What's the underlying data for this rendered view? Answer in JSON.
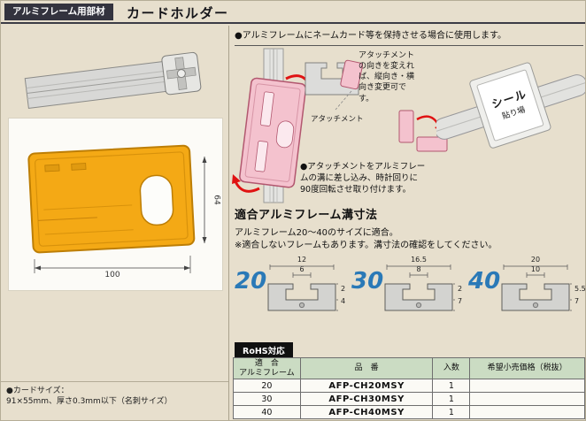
{
  "header": {
    "category": "アルミフレーム用部材",
    "title": "カードホルダー"
  },
  "intro": "●アルミフレームにネームカード等を保持させる場合に使用します。",
  "diagrams": {
    "attachment_note": "アタッチメントの向きを変えれば、縦向き・横向き変更可です。",
    "attachment_label": "アタッチメント",
    "install_note": "●アタッチメントをアルミフレームの溝に差し込み、時計回りに90度回転させ取り付けます。",
    "seal_line1": "シール",
    "seal_line2": "貼り場"
  },
  "product": {
    "width_mm": "100",
    "height_mm": "64"
  },
  "groove": {
    "title": "適合アルミフレーム溝寸法",
    "line1": "アルミフレーム20〜40のサイズに適合。",
    "line2": "※適合しないフレームもあります。溝寸法の確認をしてください。",
    "frames": [
      {
        "size": "20",
        "dim_top": "12",
        "dim_mid": "6",
        "dim_r1": "2",
        "dim_r2": "4"
      },
      {
        "size": "30",
        "dim_top": "16.5",
        "dim_mid": "8",
        "dim_r1": "2",
        "dim_r2": "7"
      },
      {
        "size": "40",
        "dim_top": "20",
        "dim_mid": "10",
        "dim_r1": "5.5",
        "dim_r2": "7"
      }
    ]
  },
  "rohs": "RoHS対応",
  "table": {
    "col1_line1": "適　合",
    "col1_line2": "アルミフレーム",
    "col2": "品　番",
    "col3": "入数",
    "col4": "希望小売価格（税抜）",
    "rows": [
      {
        "size": "20",
        "model": "AFP-CH20MSY",
        "qty": "1",
        "price": ""
      },
      {
        "size": "30",
        "model": "AFP-CH30MSY",
        "qty": "1",
        "price": ""
      },
      {
        "size": "40",
        "model": "AFP-CH40MSY",
        "qty": "1",
        "price": ""
      }
    ]
  },
  "notes": {
    "card_line1": "●カードサイズ：",
    "card_line2": "91×55mm、厚さ0.3mm以下（名刺サイズ）"
  },
  "colors": {
    "holder_yellow": "#f4a915",
    "attachment_pink": "#f4c2ce",
    "size_number_blue": "#2a79b7",
    "table_header_green": "#cbdcc3",
    "arrow_red": "#e01212"
  }
}
